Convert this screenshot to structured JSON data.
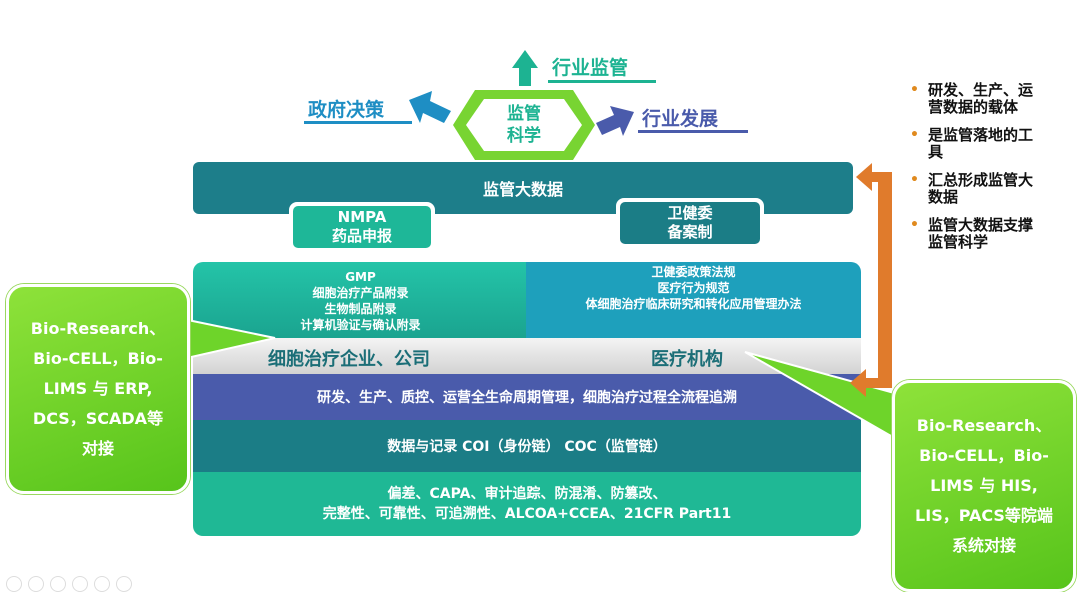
{
  "top": {
    "regulation_science": [
      "监管",
      "科学"
    ],
    "industry_regulation": "行业监管",
    "government_decision": "政府决策",
    "industry_development": "行业发展"
  },
  "stack": {
    "regulatory_big_data": "监管大数据",
    "nmpa_box": [
      "NMPA",
      "药品申报"
    ],
    "nhc_box": [
      "卫健委",
      "备案制"
    ],
    "gmp_lines": [
      "GMP",
      "细胞治疗产品附录",
      "生物制品附录",
      "计算机验证与确认附录"
    ],
    "policy_lines": [
      "卫健委政策法规",
      "医疗行为规范",
      "体细胞治疗临床研究和转化应用管理办法"
    ],
    "enterprise_label": "细胞治疗企业、公司",
    "medical_label": "医疗机构",
    "lifecycle": "研发、生产、质控、运营全生命周期管理，细胞治疗过程全流程追溯",
    "records": "数据与记录 COI（身份链） COC（监管链）",
    "compliance": [
      "偏差、CAPA、审计追踪、防混淆、防篡改、",
      "完整性、可靠性、可追溯性、ALCOA+CCEA、21CFR Part11"
    ]
  },
  "left_bubble": [
    "Bio-Research、",
    "Bio-CELL，Bio-",
    "LIMS 与 ERP,",
    "DCS，SCADA等",
    "对接"
  ],
  "right_bubble": [
    "Bio-Research、",
    "Bio-CELL，Bio-",
    "LIMS 与 HIS,",
    "LIS，PACS等院端",
    "系统对接"
  ],
  "bullets": [
    "研发、生产、运营数据的载体",
    "是监管落地的工具",
    "汇总形成监管大数据",
    "监管大数据支撑监管科学"
  ],
  "colors": {
    "teal_dark": "#1d7e8a",
    "teal_green": "#1fb895",
    "blue_purple": "#4a5bab",
    "hex_green": "#78d432",
    "bubble_green": "#6ed42a",
    "orange_arrow": "#e07b2c"
  }
}
